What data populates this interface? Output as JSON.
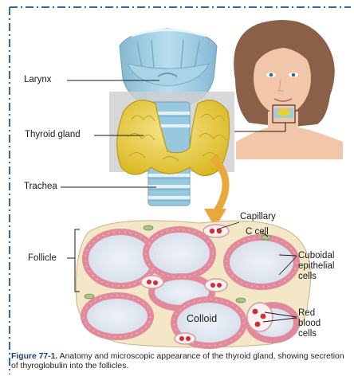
{
  "labels": {
    "larynx": "Larynx",
    "thyroid_gland": "Thyroid gland",
    "trachea": "Trachea",
    "capillary": "Capillary",
    "c_cell": "C cell",
    "follicle": "Follicle",
    "cuboidal_line1": "Cuboidal",
    "cuboidal_line2": "epithelial",
    "cuboidal_line3": "cells",
    "colloid": "Colloid",
    "rbc_line1": "Red",
    "rbc_line2": "blood",
    "rbc_line3": "cells"
  },
  "caption": {
    "figure_label": "Figure 77-1.",
    "text": "Anatomy and microscopic appearance of the thyroid gland, showing secretion of thyroglobulin into the follicles."
  },
  "colors": {
    "frame_border": "#2f6aa6",
    "larynx": "#9ccbe0",
    "thyroid": "#e9cf37",
    "tissue": "#f3e7c7",
    "cell": "#e08a9c",
    "colloid": "#dfe6ef",
    "red_cell": "#c8303a",
    "arrow": "#e8a83a"
  }
}
